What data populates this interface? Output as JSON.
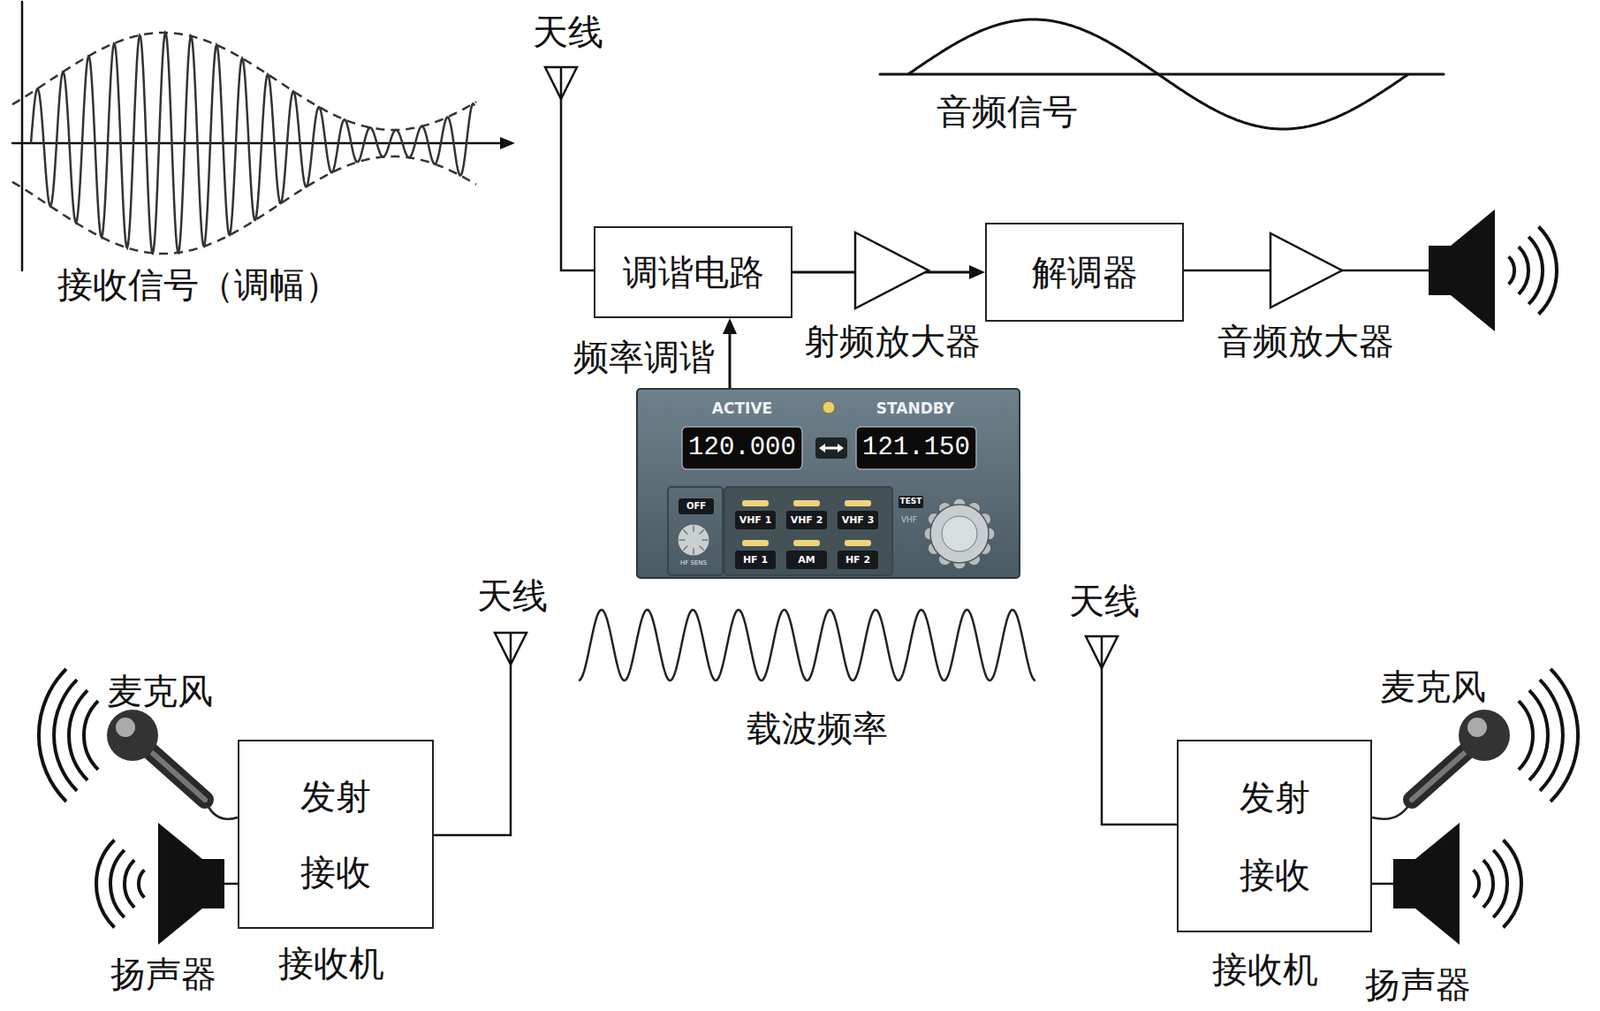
{
  "diagram": {
    "nodes": [
      {
        "text": [
          "调谐电路"
        ]
      },
      {
        "text": [
          "解调器"
        ]
      },
      {
        "text": [
          "ACTIVE",
          "STANDBY",
          "120.000",
          "121.150",
          "OFF",
          "VHF 1",
          "VHF 2",
          "VHF 3",
          "HF 1",
          "AM",
          "HF 2",
          "TEST",
          "VHF",
          "HF SENS"
        ]
      },
      {
        "text": [
          "发射",
          "接收"
        ]
      },
      {
        "text": [
          "发射",
          "接收"
        ]
      }
    ],
    "edges": [
      {
        "from": 0,
        "to": 1,
        "arrow": "to"
      },
      {
        "from": 2,
        "to": 0,
        "arrow": "to",
        "label": "频率调谐"
      }
    ],
    "labels": [
      "接收信号（调幅）",
      "天线",
      "音频信号",
      "射频放大器",
      "音频放大器",
      "天线",
      "载波频率",
      "天线",
      "麦克风",
      "麦克风",
      "扬声器",
      "接收机",
      "接收机",
      "扬声器"
    ]
  }
}
